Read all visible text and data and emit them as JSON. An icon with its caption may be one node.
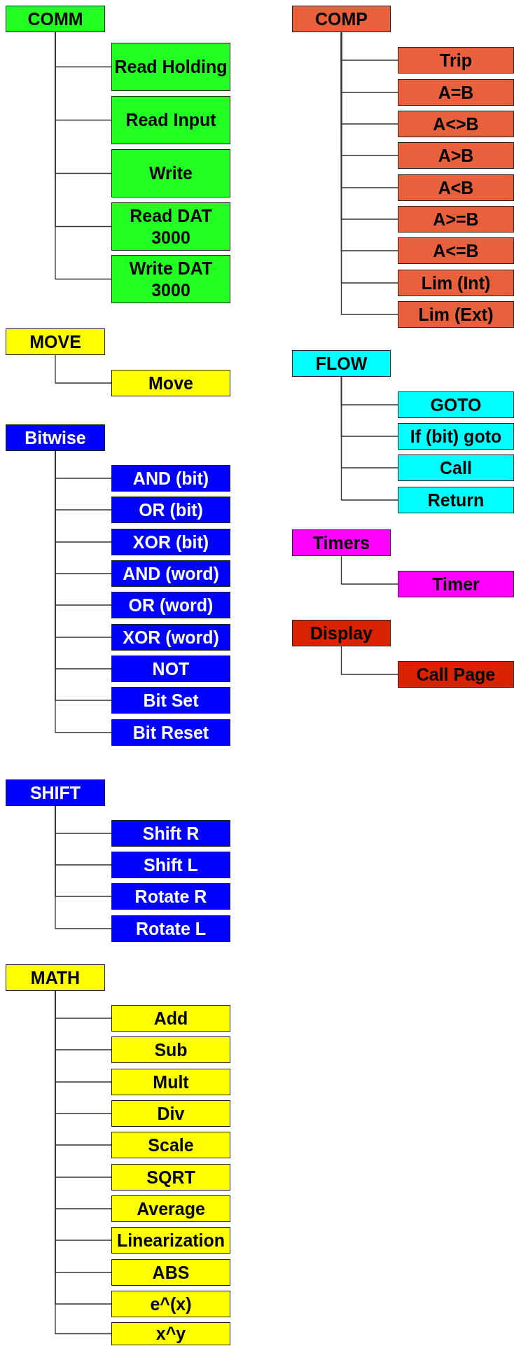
{
  "diagram": {
    "nodes": [
      {
        "text": [
          "COMM"
        ]
      },
      {
        "text": [
          "Read Holding"
        ]
      },
      {
        "text": [
          "Read Input"
        ]
      },
      {
        "text": [
          "Write"
        ]
      },
      {
        "text": [
          "Read DAT 3000"
        ]
      },
      {
        "text": [
          "Write DAT 3000"
        ]
      },
      {
        "text": [
          "MOVE"
        ]
      },
      {
        "text": [
          "Move"
        ]
      },
      {
        "text": [
          "Bitwise"
        ]
      },
      {
        "text": [
          "AND (bit)"
        ]
      },
      {
        "text": [
          "OR (bit)"
        ]
      },
      {
        "text": [
          "XOR (bit)"
        ]
      },
      {
        "text": [
          "AND (word)"
        ]
      },
      {
        "text": [
          "OR (word)"
        ]
      },
      {
        "text": [
          "XOR (word)"
        ]
      },
      {
        "text": [
          "NOT"
        ]
      },
      {
        "text": [
          "Bit Set"
        ]
      },
      {
        "text": [
          "Bit Reset"
        ]
      },
      {
        "text": [
          "SHIFT"
        ]
      },
      {
        "text": [
          "Shift R"
        ]
      },
      {
        "text": [
          "Shift L"
        ]
      },
      {
        "text": [
          "Rotate R"
        ]
      },
      {
        "text": [
          "Rotate L"
        ]
      },
      {
        "text": [
          "MATH"
        ]
      },
      {
        "text": [
          "Add"
        ]
      },
      {
        "text": [
          "Sub"
        ]
      },
      {
        "text": [
          "Mult"
        ]
      },
      {
        "text": [
          "Div"
        ]
      },
      {
        "text": [
          "Scale"
        ]
      },
      {
        "text": [
          "SQRT"
        ]
      },
      {
        "text": [
          "Average"
        ]
      },
      {
        "text": [
          "Linearization"
        ]
      },
      {
        "text": [
          "ABS"
        ]
      },
      {
        "text": [
          "e^(x)"
        ]
      },
      {
        "text": [
          "x^y"
        ]
      },
      {
        "text": [
          "COMP"
        ]
      },
      {
        "text": [
          "Trip"
        ]
      },
      {
        "text": [
          "A=B"
        ]
      },
      {
        "text": [
          "A<>B"
        ]
      },
      {
        "text": [
          "A>B"
        ]
      },
      {
        "text": [
          "A<B"
        ]
      },
      {
        "text": [
          "A>=B"
        ]
      },
      {
        "text": [
          "A<=B"
        ]
      },
      {
        "text": [
          "Lim (Int)"
        ]
      },
      {
        "text": [
          "Lim (Ext)"
        ]
      },
      {
        "text": [
          "FLOW"
        ]
      },
      {
        "text": [
          "GOTO"
        ]
      },
      {
        "text": [
          "If (bit) goto"
        ]
      },
      {
        "text": [
          "Call"
        ]
      },
      {
        "text": [
          "Return"
        ]
      },
      {
        "text": [
          "Timers"
        ]
      },
      {
        "text": [
          "Timer"
        ]
      },
      {
        "text": [
          "Display"
        ]
      },
      {
        "text": [
          "Call Page"
        ]
      }
    ],
    "edges": [
      {
        "from": 0,
        "to": 1,
        "arrow": "none"
      },
      {
        "from": 0,
        "to": 2,
        "arrow": "none"
      },
      {
        "from": 0,
        "to": 3,
        "arrow": "none"
      },
      {
        "from": 0,
        "to": 4,
        "arrow": "none"
      },
      {
        "from": 0,
        "to": 5,
        "arrow": "none"
      },
      {
        "from": 6,
        "to": 7,
        "arrow": "none"
      },
      {
        "from": 8,
        "to": 9,
        "arrow": "none"
      },
      {
        "from": 8,
        "to": 10,
        "arrow": "none"
      },
      {
        "from": 8,
        "to": 11,
        "arrow": "none"
      },
      {
        "from": 8,
        "to": 12,
        "arrow": "none"
      },
      {
        "from": 8,
        "to": 13,
        "arrow": "none"
      },
      {
        "from": 8,
        "to": 14,
        "arrow": "none"
      },
      {
        "from": 8,
        "to": 15,
        "arrow": "none"
      },
      {
        "from": 8,
        "to": 16,
        "arrow": "none"
      },
      {
        "from": 8,
        "to": 17,
        "arrow": "none"
      },
      {
        "from": 18,
        "to": 19,
        "arrow": "none"
      },
      {
        "from": 18,
        "to": 20,
        "arrow": "none"
      },
      {
        "from": 18,
        "to": 21,
        "arrow": "none"
      },
      {
        "from": 18,
        "to": 22,
        "arrow": "none"
      },
      {
        "from": 23,
        "to": 24,
        "arrow": "none"
      },
      {
        "from": 23,
        "to": 25,
        "arrow": "none"
      },
      {
        "from": 23,
        "to": 26,
        "arrow": "none"
      },
      {
        "from": 23,
        "to": 27,
        "arrow": "none"
      },
      {
        "from": 23,
        "to": 28,
        "arrow": "none"
      },
      {
        "from": 23,
        "to": 29,
        "arrow": "none"
      },
      {
        "from": 23,
        "to": 30,
        "arrow": "none"
      },
      {
        "from": 23,
        "to": 31,
        "arrow": "none"
      },
      {
        "from": 23,
        "to": 32,
        "arrow": "none"
      },
      {
        "from": 23,
        "to": 33,
        "arrow": "none"
      },
      {
        "from": 23,
        "to": 34,
        "arrow": "none"
      },
      {
        "from": 35,
        "to": 36,
        "arrow": "none"
      },
      {
        "from": 35,
        "to": 37,
        "arrow": "none"
      },
      {
        "from": 35,
        "to": 38,
        "arrow": "none"
      },
      {
        "from": 35,
        "to": 39,
        "arrow": "none"
      },
      {
        "from": 35,
        "to": 40,
        "arrow": "none"
      },
      {
        "from": 35,
        "to": 41,
        "arrow": "none"
      },
      {
        "from": 35,
        "to": 42,
        "arrow": "none"
      },
      {
        "from": 35,
        "to": 43,
        "arrow": "none"
      },
      {
        "from": 35,
        "to": 44,
        "arrow": "none"
      },
      {
        "from": 45,
        "to": 46,
        "arrow": "none"
      },
      {
        "from": 45,
        "to": 47,
        "arrow": "none"
      },
      {
        "from": 45,
        "to": 48,
        "arrow": "none"
      },
      {
        "from": 45,
        "to": 49,
        "arrow": "none"
      },
      {
        "from": 50,
        "to": 51,
        "arrow": "none"
      },
      {
        "from": 52,
        "to": 53,
        "arrow": "none"
      }
    ]
  }
}
